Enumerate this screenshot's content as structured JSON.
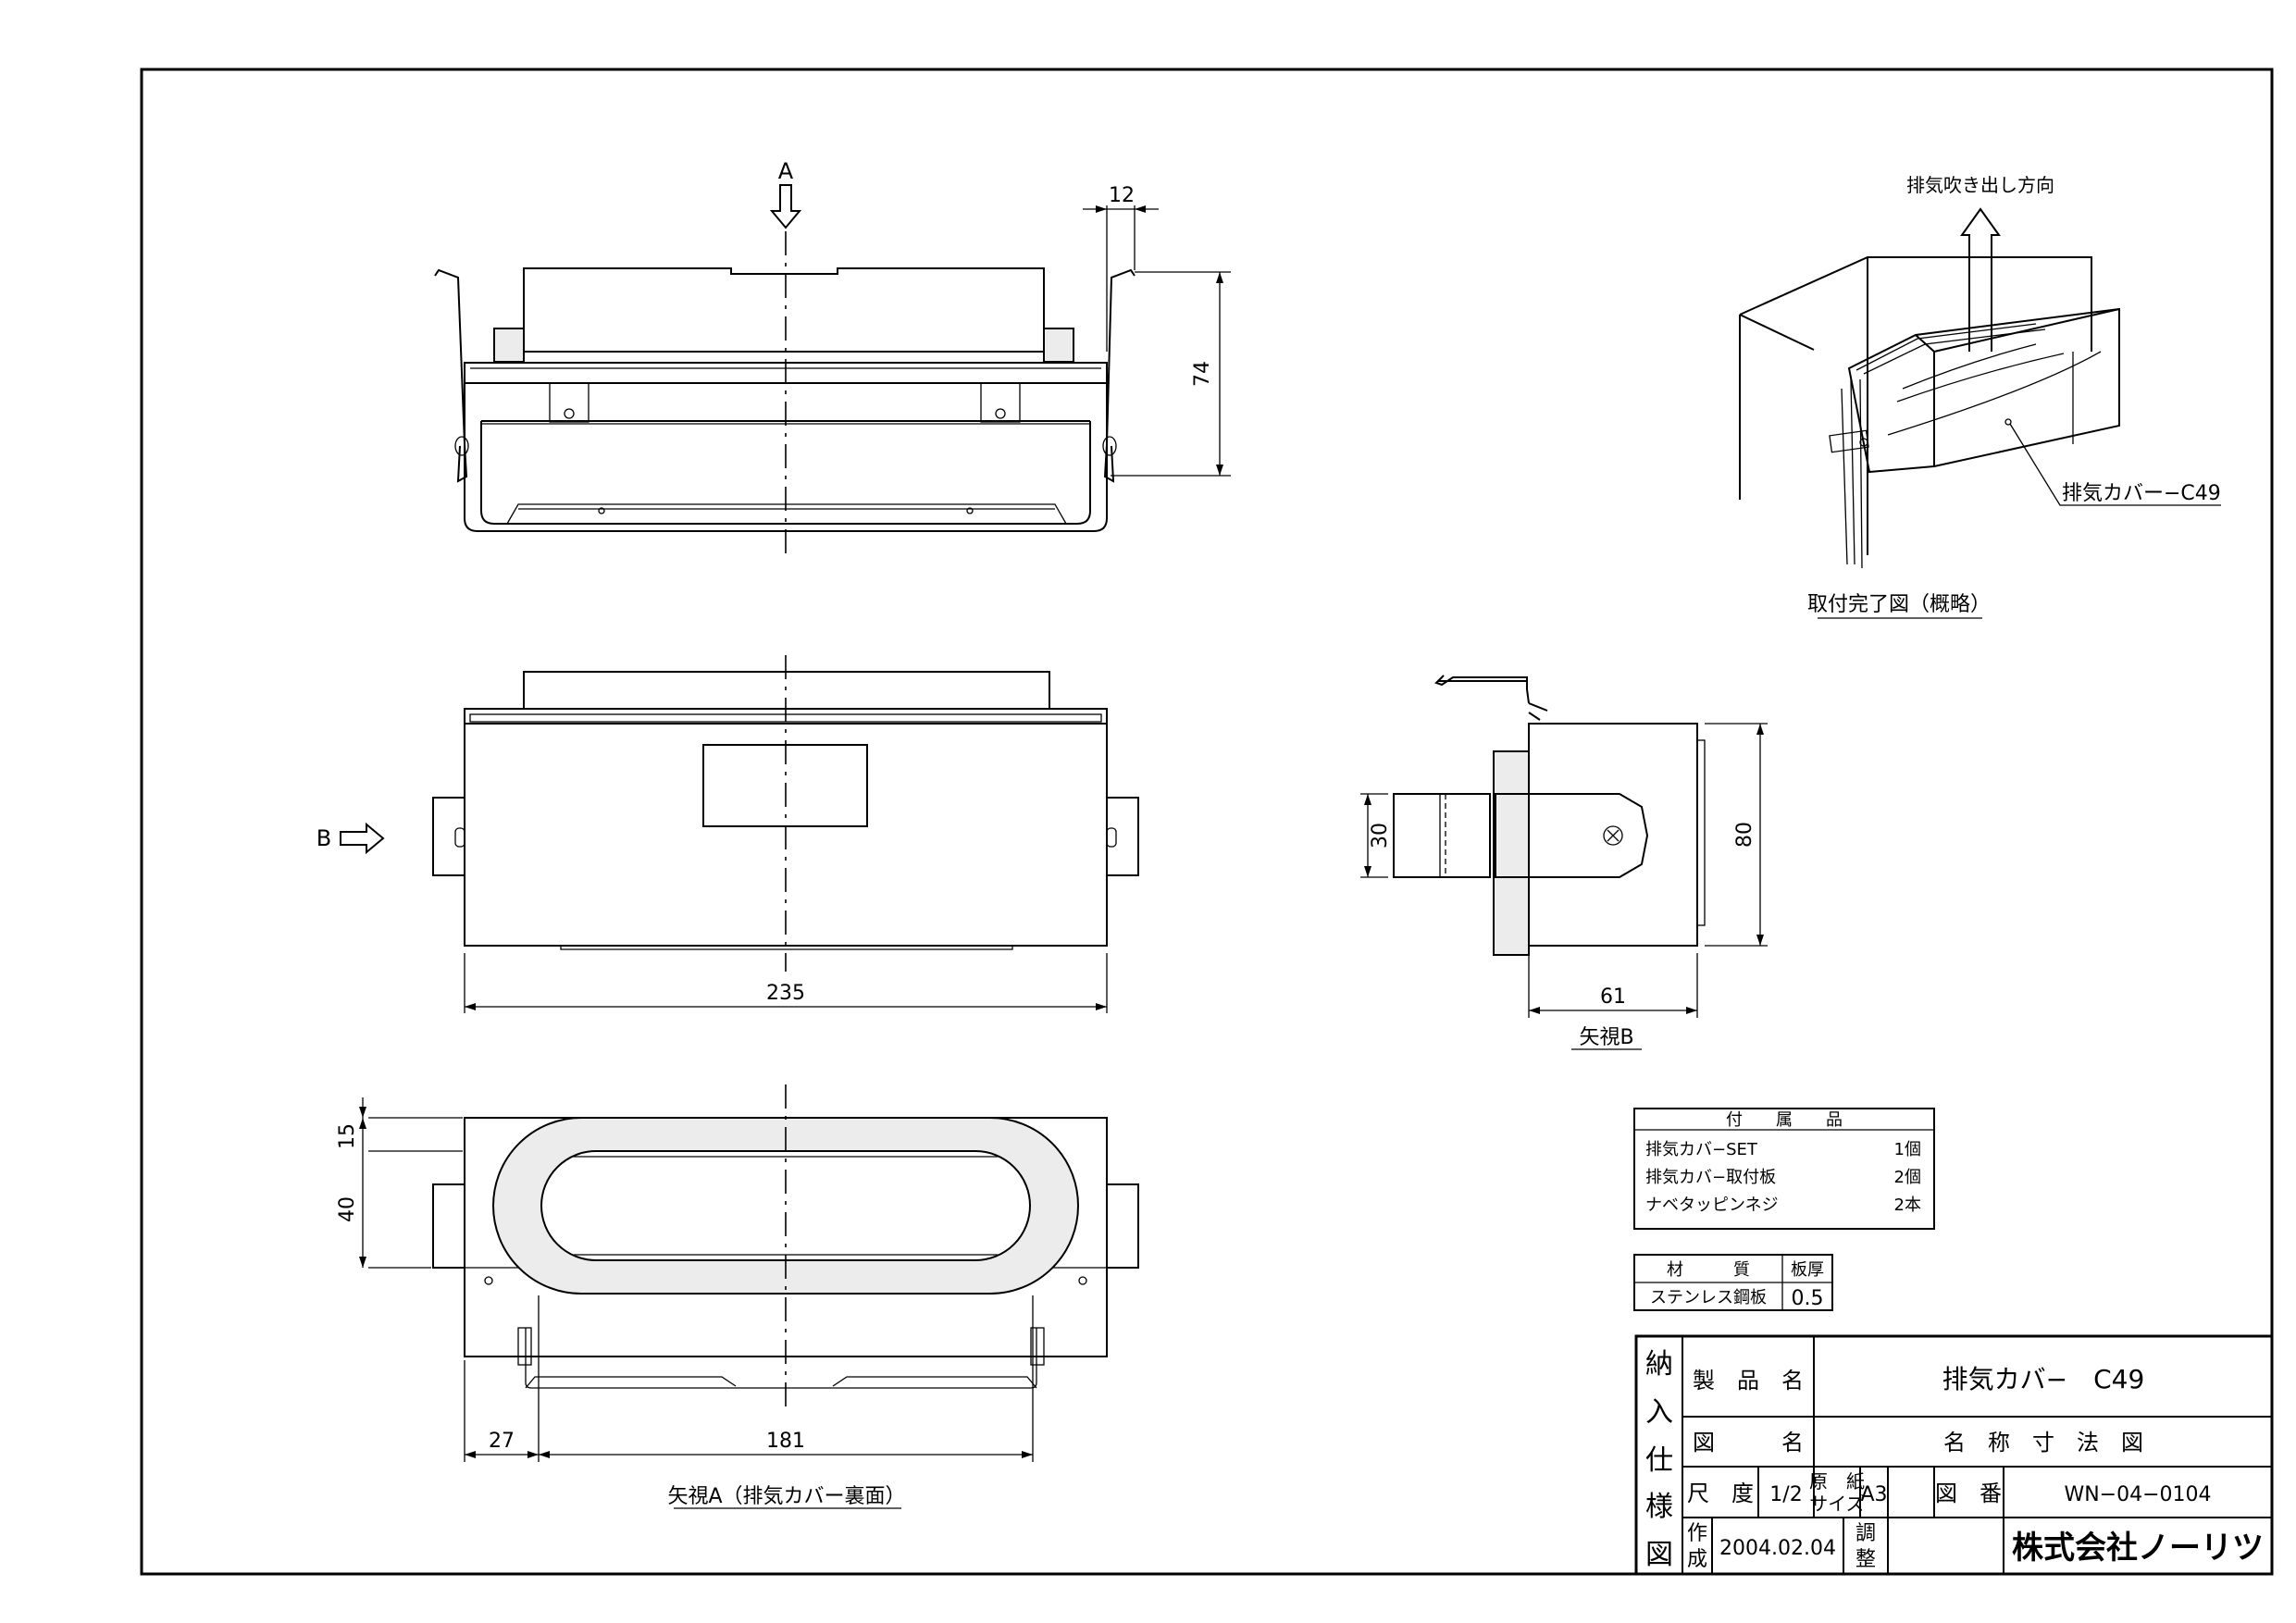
{
  "view_a": {
    "arrow_label": "A",
    "caption": "矢視A（排気カバー裏面）"
  },
  "view_b": {
    "arrow_label": "B",
    "caption": "矢視B"
  },
  "installation": {
    "direction_label": "排気吹き出し方向",
    "callout": "排気カバー−C49",
    "caption": "取付完了図（概略）"
  },
  "dimensions": {
    "top_width": "12",
    "top_height": "74",
    "front_width": "235",
    "side_height": "80",
    "side_depth": "61",
    "side_opening": "30",
    "bottom_margin": "15",
    "bottom_opening": "40",
    "bottom_left": "27",
    "bottom_span": "181"
  },
  "accessories": {
    "header": "付　　属　　品",
    "items": [
      {
        "name": "排気カバ−SET",
        "qty": "1個"
      },
      {
        "name": "排気カバ−取付板",
        "qty": "2個"
      },
      {
        "name": "ナベタッピンネジ",
        "qty": "2本"
      }
    ]
  },
  "material": {
    "header_material": "材　　　質",
    "header_thickness": "板厚",
    "material": "ステンレス鋼板",
    "thickness": "0.5"
  },
  "title_block": {
    "side_label": [
      "納",
      "入",
      "仕",
      "様",
      "図"
    ],
    "product_name_label": "製　品　名",
    "product_name": "排気カバ−　C49",
    "drawing_name_label": "図　　　名",
    "drawing_name": "名　称　寸　法　図",
    "scale_label": "尺　度",
    "scale": "1/2",
    "paper_label_1": "原　紙",
    "paper_label_2": "サイズ",
    "paper": "A3",
    "drawing_no_label": "図　番",
    "drawing_no": "WN−04−0104",
    "made_label_1": "作",
    "made_label_2": "成",
    "date": "2004.02.04",
    "adjust_label_1": "調",
    "adjust_label_2": "整",
    "company": "株式会社ノーリツ"
  }
}
